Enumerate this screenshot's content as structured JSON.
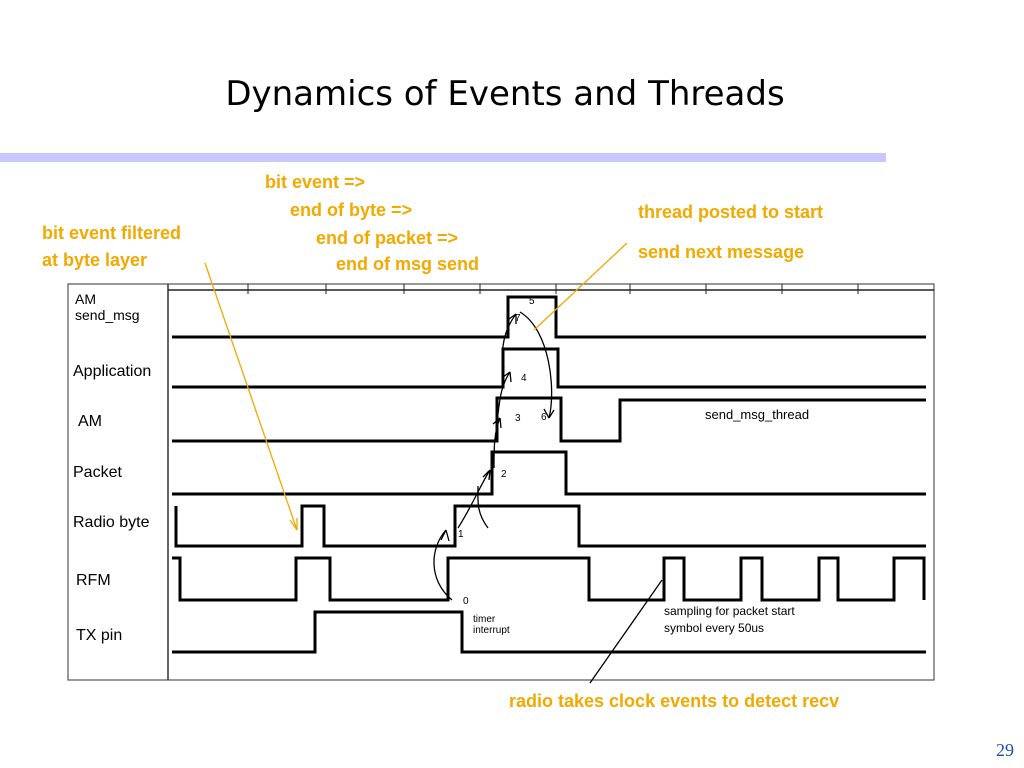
{
  "slide": {
    "title": "Dynamics of Events and Threads",
    "page_number": "29"
  },
  "annotations": {
    "bit_event": "bit event =>",
    "end_of_byte": "end of byte =>",
    "end_of_packet": "end of packet =>",
    "end_of_msg": "end of msg send",
    "filtered_line1": "bit event filtered",
    "filtered_line2": "at byte layer",
    "thread_posted": "thread posted to start",
    "send_next": "send next message",
    "radio_clock": "radio takes clock events to detect recv"
  },
  "timing_diagram": {
    "signals": [
      {
        "label_line1": "AM",
        "label_line2": "send_msg"
      },
      {
        "label_line1": "Application"
      },
      {
        "label_line1": "AM"
      },
      {
        "label_line1": "Packet"
      },
      {
        "label_line1": "Radio byte"
      },
      {
        "label_line1": "RFM"
      },
      {
        "label_line1": "TX pin"
      }
    ],
    "thread_label": "send_msg_thread",
    "event_numbers": [
      "0",
      "1",
      "2",
      "3",
      "4",
      "5",
      "6",
      "7"
    ],
    "timer_line1": "timer",
    "timer_line2": "interrupt",
    "sampling_line1": "sampling for packet start",
    "sampling_line2": "symbol every 50us"
  },
  "colors": {
    "annotation": "#f2a900",
    "title_rule": "#c8c8ff",
    "page_number": "#1f4fb4"
  }
}
